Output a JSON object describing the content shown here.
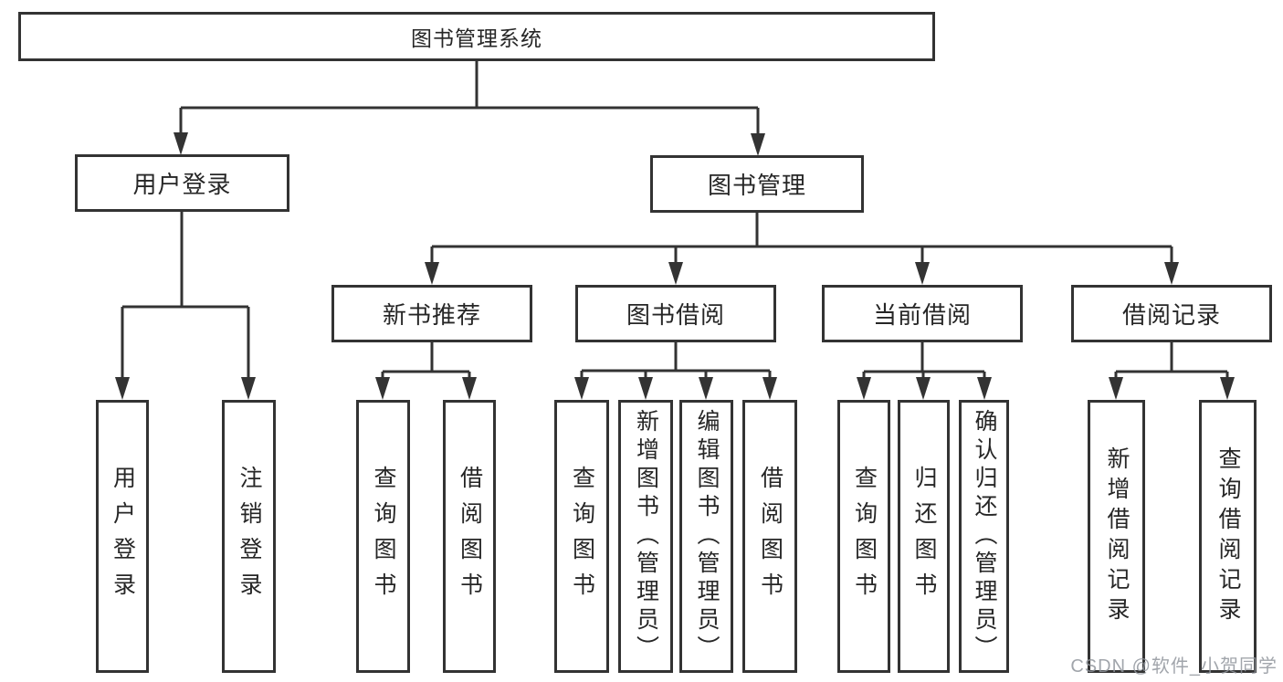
{
  "diagram": {
    "title": "图书管理系统",
    "colors": {
      "line": "#333333",
      "border": "#333333",
      "text": "#262626",
      "background": "#ffffff",
      "watermark": "#91959c"
    },
    "root": {
      "label": "图书管理系统"
    },
    "branches": {
      "user_login": {
        "label": "用户登录",
        "children": [
          {
            "label": "用户登录"
          },
          {
            "label": "注销登录"
          }
        ]
      },
      "book_mgmt": {
        "label": "图书管理",
        "children": [
          {
            "label": "新书推荐",
            "children": [
              {
                "label": "查询图书"
              },
              {
                "label": "借阅图书"
              }
            ]
          },
          {
            "label": "图书借阅",
            "children": [
              {
                "label": "查询图书"
              },
              {
                "label": "新增图书（管理员）"
              },
              {
                "label": "编辑图书（管理员）"
              },
              {
                "label": "借阅图书"
              }
            ]
          },
          {
            "label": "当前借阅",
            "children": [
              {
                "label": "查询图书"
              },
              {
                "label": "归还图书"
              },
              {
                "label": "确认归还（管理员）"
              }
            ]
          },
          {
            "label": "借阅记录",
            "children": [
              {
                "label": "新增借阅记录"
              },
              {
                "label": "查询借阅记录"
              }
            ]
          }
        ]
      }
    },
    "watermark": "CSDN @软件_小贺同学"
  }
}
